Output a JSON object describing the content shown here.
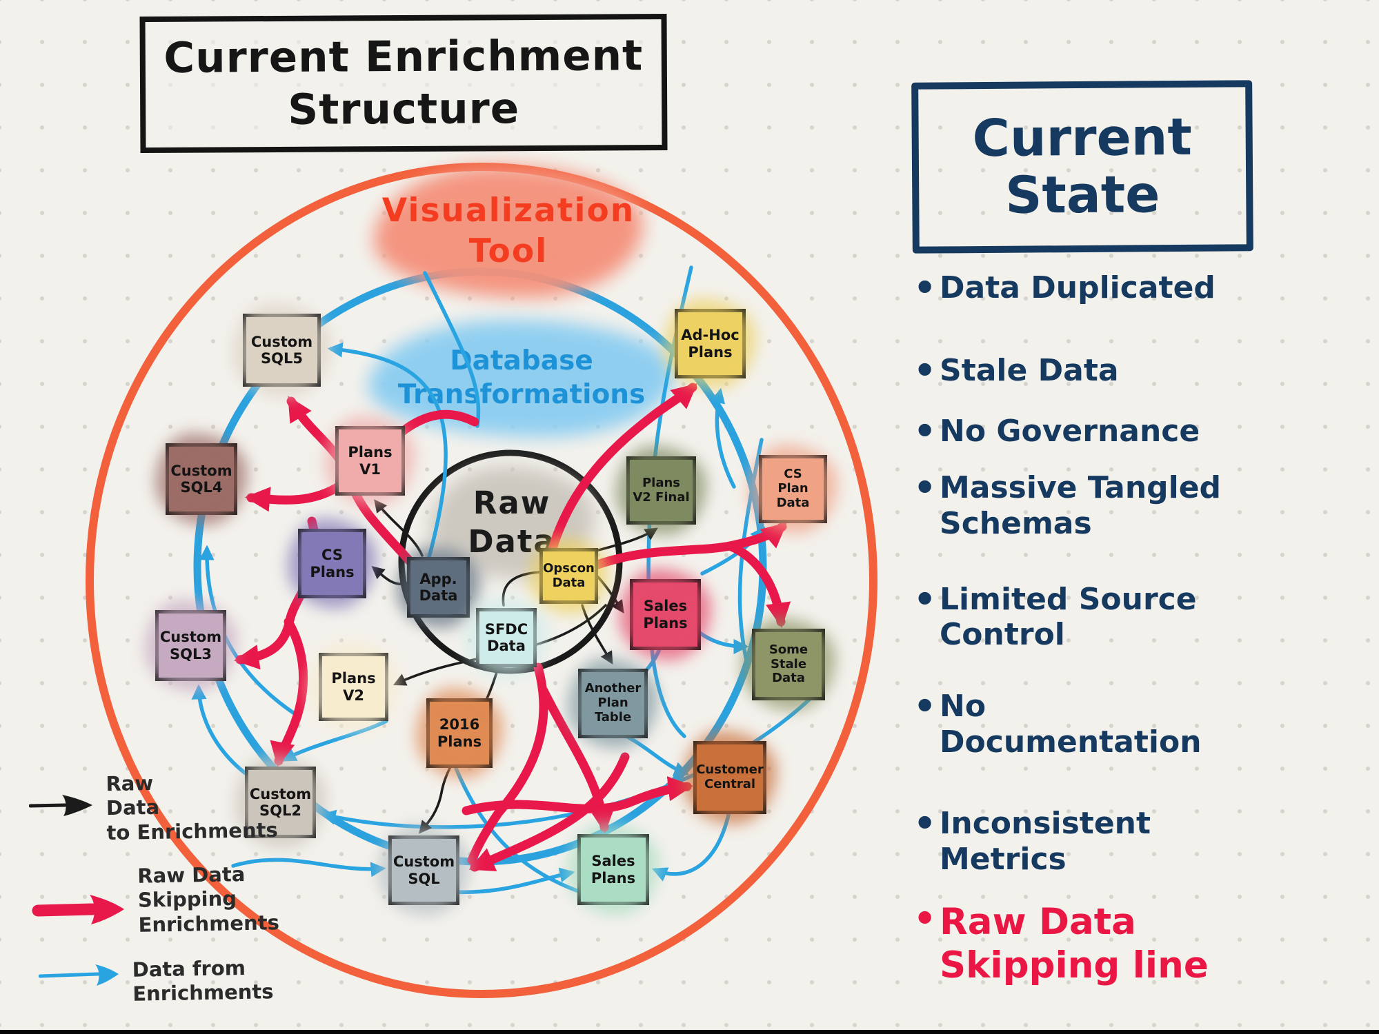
{
  "title": "Current Enrichment\nStructure",
  "panel": {
    "heading": "Current\nState",
    "heading_color": "#16395f",
    "items": [
      {
        "label": "Data Duplicated",
        "color": "#16395f"
      },
      {
        "label": "Stale Data",
        "color": "#16395f"
      },
      {
        "label": "No Governance",
        "color": "#16395f"
      },
      {
        "label": "Massive Tangled Schemas",
        "color": "#16395f"
      },
      {
        "label": "Limited Source\nControl",
        "color": "#16395f"
      },
      {
        "label": "No\nDocumentation",
        "color": "#16395f"
      },
      {
        "label": "Inconsistent\nMetrics",
        "color": "#16395f"
      },
      {
        "label": "Raw Data\nSkipping line",
        "color": "#ea1745"
      }
    ]
  },
  "diagram": {
    "rings": [
      {
        "name": "visualization-tool-ring",
        "label": "Visualization\nTool",
        "ring_color": "#f2603c",
        "cloud_color": "#f5917b",
        "text_color": "#f43d20"
      },
      {
        "name": "database-transformations-ring",
        "label": "Database\nTransformations",
        "ring_color": "#2ba2de",
        "cloud_color": "#8bcdf1",
        "text_color": "#1d92d6"
      },
      {
        "name": "raw-data-ring",
        "label": "Raw\nData",
        "ring_color": "#191919",
        "cloud_color": "#ccc7bf",
        "text_color": "#1b1b1b"
      }
    ],
    "nodes": [
      {
        "label": "Custom\nSQL5",
        "color": "#dbd2c3"
      },
      {
        "label": "Ad-Hoc\nPlans",
        "color": "#edd162"
      },
      {
        "label": "Custom\nSQL4",
        "color": "#9c6c66"
      },
      {
        "label": "Plans\nV1",
        "color": "#efacaa"
      },
      {
        "label": "Plans\nV2 Final",
        "color": "#7e8a60"
      },
      {
        "label": "CS\nPlan Data",
        "color": "#f0a285"
      },
      {
        "label": "CS\nPlans",
        "color": "#8479b7"
      },
      {
        "label": "App.\nData",
        "color": "#5f6e7e"
      },
      {
        "label": "Opscon\nData",
        "color": "#eed15e"
      },
      {
        "label": "Sales\nPlans",
        "color": "#e54a6c"
      },
      {
        "label": "SFDC\nData",
        "color": "#cdecea"
      },
      {
        "label": "Custom\nSQL3",
        "color": "#c6aac1"
      },
      {
        "label": "Some\nStale\nData",
        "color": "#8e9566"
      },
      {
        "label": "Plans\nV2",
        "color": "#f8eccf"
      },
      {
        "label": "Another\nPlan\nTable",
        "color": "#8099a1"
      },
      {
        "label": "2016\nPlans",
        "color": "#e08a54"
      },
      {
        "label": "Customer\nCentral",
        "color": "#ca703b"
      },
      {
        "label": "Custom\nSQL2",
        "color": "#cbc5bb"
      },
      {
        "label": "Custom\nSQL",
        "color": "#b5bfc3"
      },
      {
        "label": "Sales\nPlans",
        "color": "#abddc4"
      }
    ]
  },
  "legend": {
    "items": [
      {
        "label": "Raw\nData\nto Enrichments",
        "arrow_color": "#1b1b1b"
      },
      {
        "label": "Raw Data\nSkipping\nEnrichments",
        "arrow_color": "#e8194a"
      },
      {
        "label": "Data from\nEnrichments",
        "arrow_color": "#2aa4e1"
      }
    ]
  }
}
